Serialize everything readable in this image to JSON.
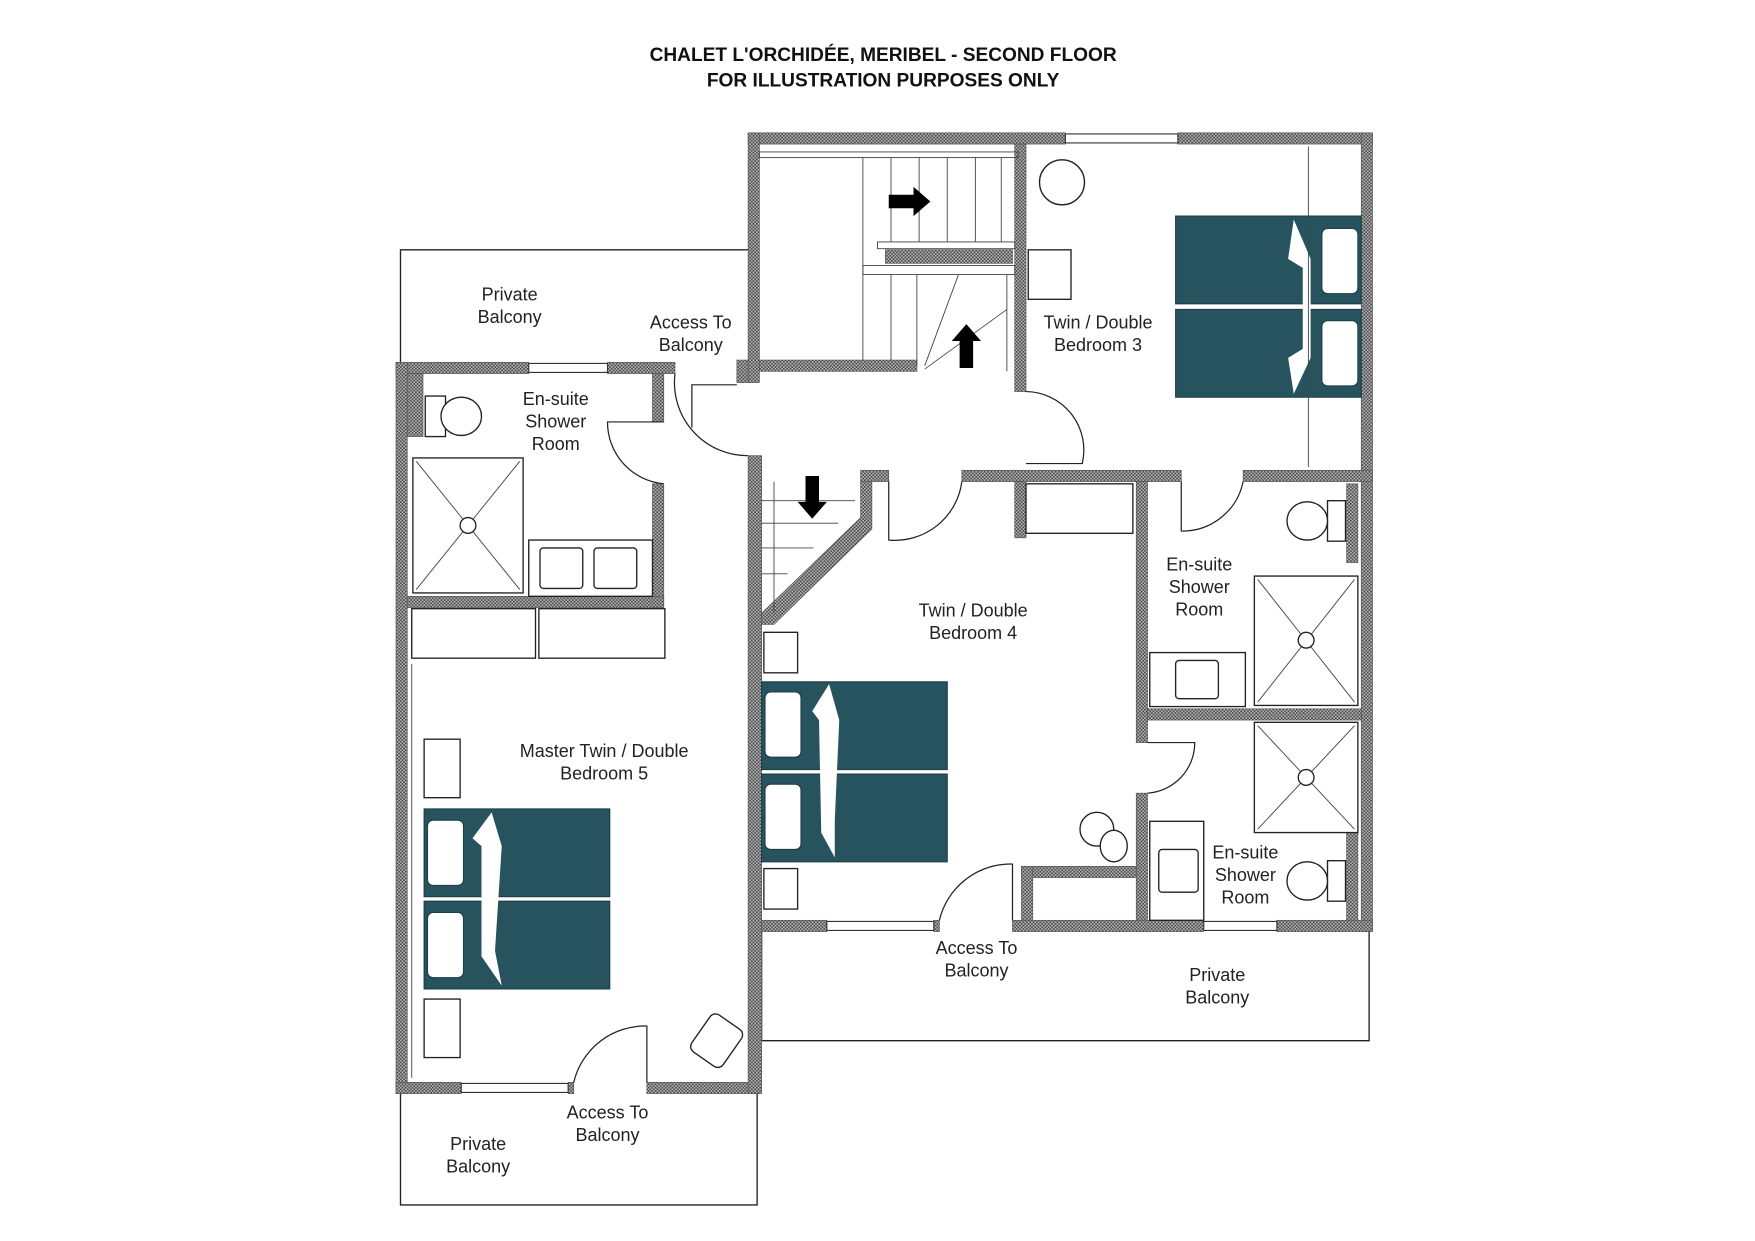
{
  "title": {
    "line1": "CHALET L'ORCHIDÉE, MERIBEL - SECOND FLOOR",
    "line2": "FOR ILLUSTRATION PURPOSES ONLY"
  },
  "colors": {
    "bed": "#27535f",
    "wall": "#8a8a8a"
  },
  "labels": {
    "balcony_top_left": [
      "Private",
      "Balcony"
    ],
    "access_top": [
      "Access To",
      "Balcony"
    ],
    "bedroom3": [
      "Twin / Double",
      "Bedroom 3"
    ],
    "ensuite_left": [
      "En-suite",
      "Shower",
      "Room"
    ],
    "ensuite_right_top": [
      "En-suite",
      "Shower",
      "Room"
    ],
    "bedroom4": [
      "Twin / Double",
      "Bedroom 4"
    ],
    "bedroom5": [
      "Master Twin / Double",
      "Bedroom 5"
    ],
    "ensuite_right_bottom": [
      "En-suite",
      "Shower",
      "Room"
    ],
    "access_bottom_mid": [
      "Access To",
      "Balcony"
    ],
    "balcony_bottom_right": [
      "Private",
      "Balcony"
    ],
    "access_bottom_left": [
      "Access To",
      "Balcony"
    ],
    "balcony_bottom_left": [
      "Private",
      "Balcony"
    ]
  }
}
